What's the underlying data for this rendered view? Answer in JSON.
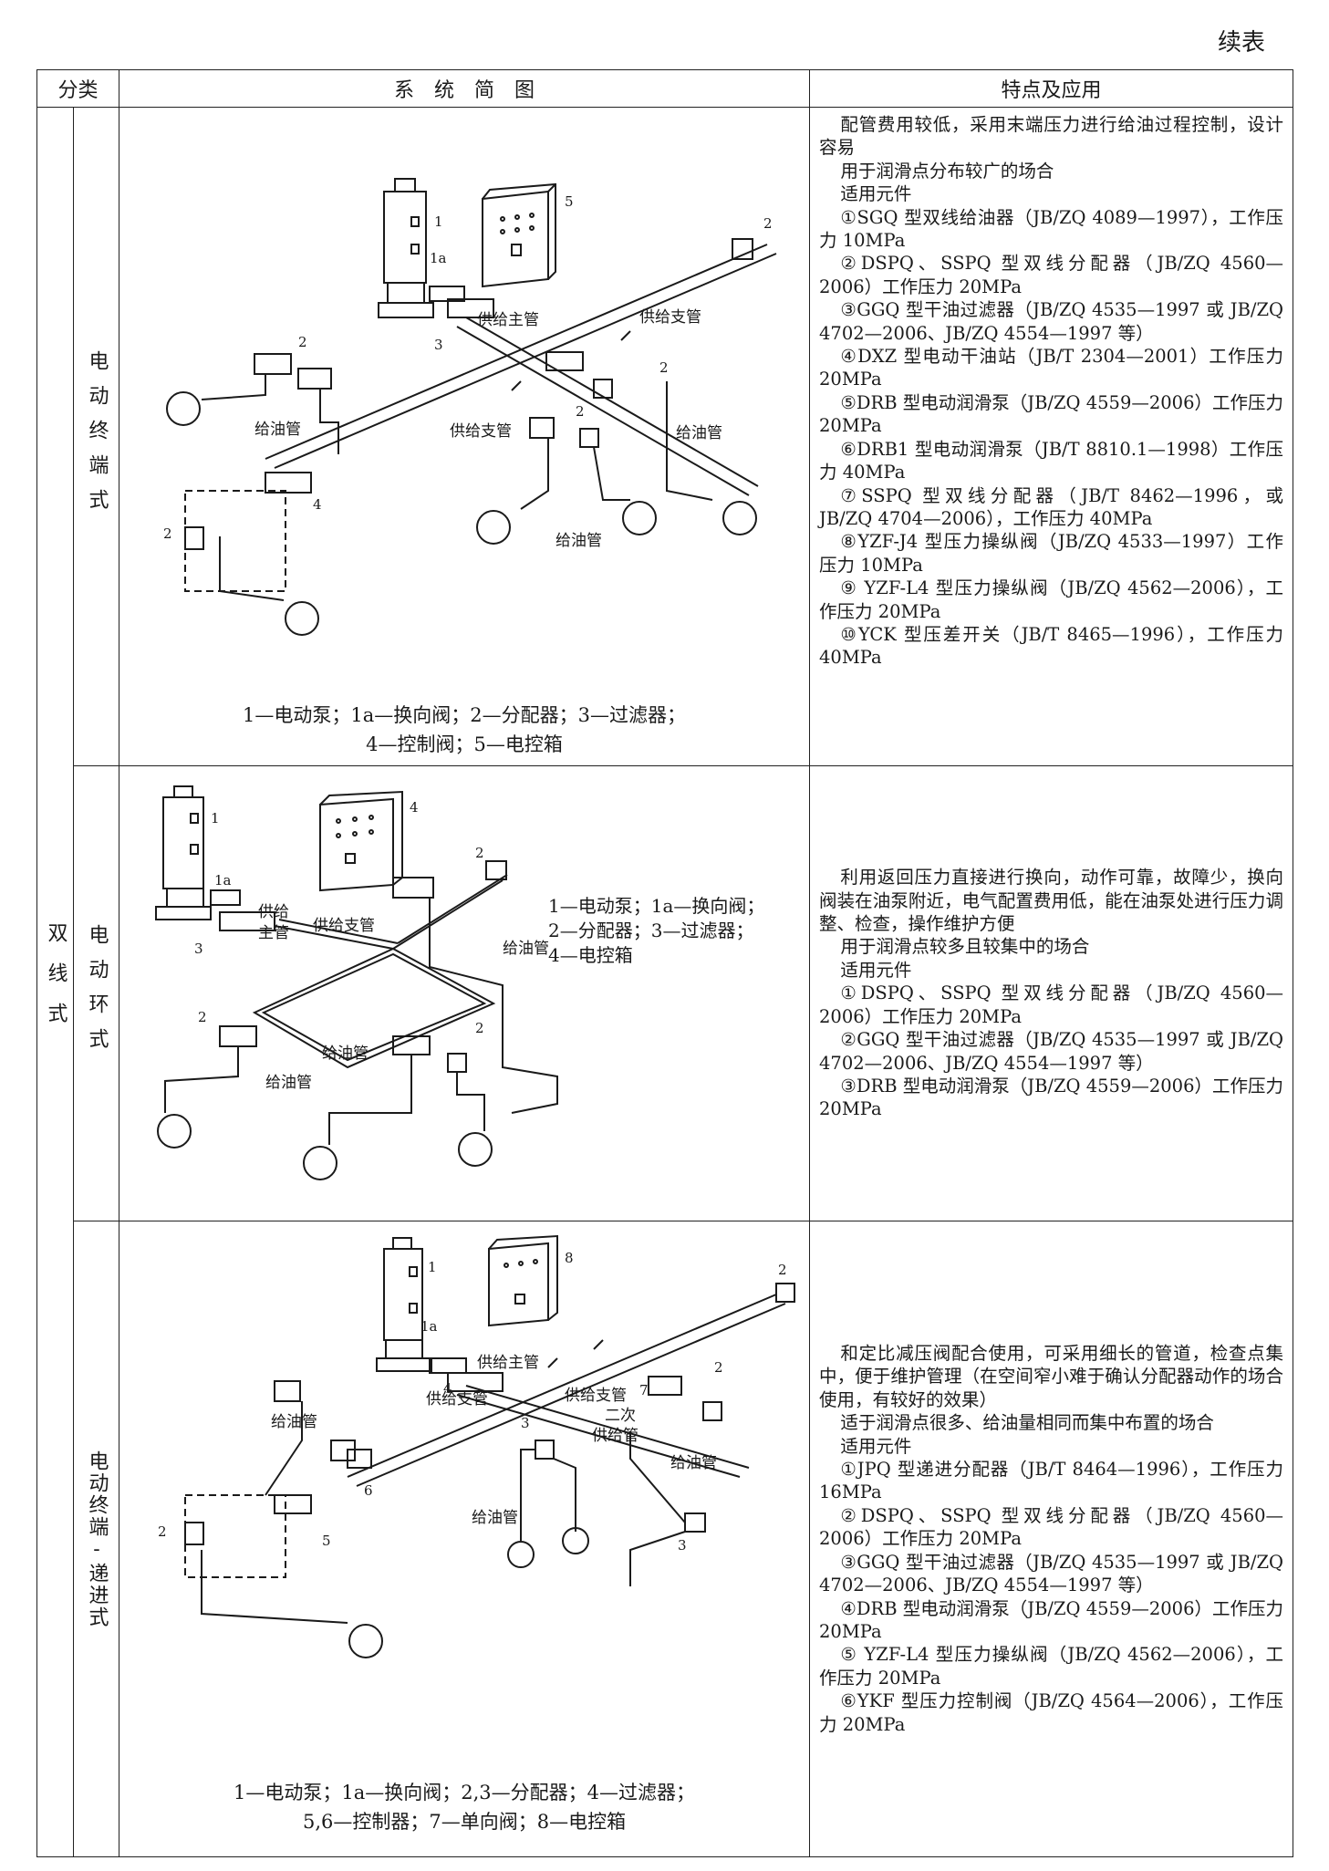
{
  "continued_label": "续表",
  "headers": {
    "category": "分类",
    "diagram": "系　统　简　图",
    "features": "特点及应用"
  },
  "group_label": "双线式",
  "rows": [
    {
      "type_label": "电动终端式",
      "caption_lines": [
        "1—电动泵；1a—换向阀；2—分配器；3—过滤器；",
        "4—控制阀；5—电控箱"
      ],
      "diagram_labels": {
        "supply_main": "供给主管",
        "supply_branch_a": "供给支管",
        "supply_branch_b": "供给支管",
        "feed_a": "给油管",
        "feed_b": "给油管",
        "feed_c": "给油管"
      },
      "features": [
        "配管费用较低，采用末端压力进行给油过程控制，设计容易",
        "用于润滑点分布较广的场合",
        "适用元件",
        "①SGQ 型双线给油器（JB/ZQ 4089—1997），工作压力 10MPa",
        "②DSPQ、SSPQ 型双线分配器（JB/ZQ 4560—2006）工作压力 20MPa",
        "③GGQ 型干油过滤器（JB/ZQ 4535—1997 或 JB/ZQ 4702—2006、JB/ZQ 4554—1997 等）",
        "④DXZ 型电动干油站（JB/T 2304—2001）工作压力 20MPa",
        "⑤DRB 型电动润滑泵（JB/ZQ 4559—2006）工作压力 20MPa",
        "⑥DRB1 型电动润滑泵（JB/T 8810.1—1998）工作压力 40MPa",
        "⑦SSPQ 型双线分配器（JB/T 8462—1996，或 JB/ZQ 4704—2006），工作压力 40MPa",
        "⑧YZF-J4 型压力操纵阀（JB/ZQ 4533—1997）工作压力 10MPa",
        "⑨ YZF-L4 型压力操纵阀（JB/ZQ 4562—2006），工作压力 20MPa",
        "⑩YCK 型压差开关（JB/T 8465—1996），工作压力 40MPa"
      ]
    },
    {
      "type_label": "电动环式",
      "caption_lines": [
        "1—电动泵；1a—换向阀；",
        "2—分配器；3—过滤器；",
        "4—电控箱"
      ],
      "diagram_labels": {
        "supply_main_1": "供给",
        "supply_main_2": "主管",
        "supply_branch": "供给支管",
        "feed_a": "给油管",
        "feed_b": "给油管",
        "feed_c": "给油管"
      },
      "features": [
        "利用返回压力直接进行换向，动作可靠，故障少，换向阀装在油泵附近，电气配置费用低，能在油泵处进行压力调整、检查，操作维护方便",
        "用于润滑点较多且较集中的场合",
        "适用元件",
        "①DSPQ、SSPQ 型双线分配器（JB/ZQ 4560—2006）工作压力 20MPa",
        "②GGQ 型干油过滤器（JB/ZQ 4535—1997 或 JB/ZQ 4702—2006、JB/ZQ 4554—1997 等）",
        "③DRB 型电动润滑泵（JB/ZQ 4559—2006）工作压力 20MPa"
      ]
    },
    {
      "type_label": "电动终端-递进式",
      "caption_lines": [
        "1—电动泵；1a—换向阀；2,3—分配器；4—过滤器；",
        "5,6—控制器；7—单向阀；8—电控箱"
      ],
      "diagram_labels": {
        "supply_main": "供给主管",
        "supply_branch_a": "供给支管",
        "supply_branch_b": "供给支管",
        "secondary_1": "二次",
        "secondary_2": "供给管",
        "feed_a": "给油管",
        "feed_b": "给油管",
        "feed_c": "给油管"
      },
      "features": [
        "和定比减压阀配合使用，可采用细长的管道，检查点集中，便于维护管理（在空间窄小难于确认分配器动作的场合使用，有较好的效果）",
        "适于润滑点很多、给油量相同而集中布置的场合",
        "适用元件",
        "①JPQ 型递进分配器（JB/T 8464—1996），工作压力 16MPa",
        "②DSPQ、SSPQ 型双线分配器（JB/ZQ 4560—2006）工作压力 20MPa",
        "③GGQ 型干油过滤器（JB/ZQ 4535—1997 或 JB/ZQ 4702—2006、JB/ZQ 4554—1997 等）",
        "④DRB 型电动润滑泵（JB/ZQ 4559—2006）工作压力 20MPa",
        "⑤ YZF-L4 型压力操纵阀（JB/ZQ 4562—2006），工作压力 20MPa",
        "⑥YKF 型压力控制阀（JB/ZQ 4564—2006），工作压力 20MPa"
      ]
    }
  ],
  "part_numbers": {
    "n1": "1",
    "n1a": "1a",
    "n2": "2",
    "n3": "3",
    "n4": "4",
    "n5": "5",
    "n6": "6",
    "n7": "7",
    "n8": "8"
  }
}
